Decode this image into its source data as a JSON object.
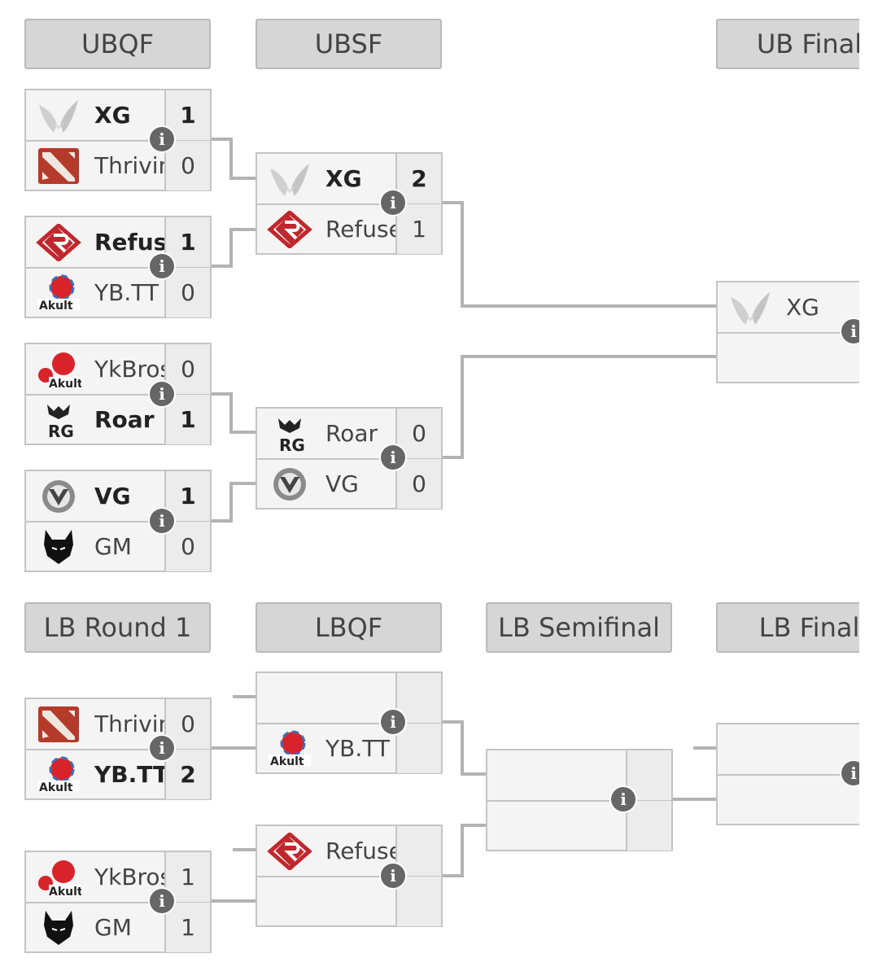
{
  "headers": {
    "ubqf": "UBQF",
    "ubsf": "UBSF",
    "ubfinal": "UB Final",
    "lbr1": "LB Round 1",
    "lbqf": "LBQF",
    "lbsf": "LB Semifinal",
    "lbfinal": "LB Final"
  },
  "info_glyph": "i",
  "matches": {
    "ubqf1": {
      "top": {
        "team": "XG",
        "score": "1"
      },
      "bot": {
        "team": "Thriving",
        "score": "0"
      }
    },
    "ubqf2": {
      "top": {
        "team": "Refuse",
        "score": "1"
      },
      "bot": {
        "team": "YB.TT",
        "score": "0"
      }
    },
    "ubqf3": {
      "top": {
        "team": "YkBros",
        "score": "0"
      },
      "bot": {
        "team": "Roar",
        "score": "1"
      }
    },
    "ubqf4": {
      "top": {
        "team": "VG",
        "score": "1"
      },
      "bot": {
        "team": "GM",
        "score": "0"
      }
    },
    "ubsf1": {
      "top": {
        "team": "XG",
        "score": "2"
      },
      "bot": {
        "team": "Refuse",
        "score": "1"
      }
    },
    "ubsf2": {
      "top": {
        "team": "Roar",
        "score": "0"
      },
      "bot": {
        "team": "VG",
        "score": "0"
      }
    },
    "ubfinal": {
      "top": {
        "team": "XG",
        "score": ""
      },
      "bot": {
        "team": "",
        "score": ""
      }
    },
    "lbr1_1": {
      "top": {
        "team": "Thriving",
        "score": "0"
      },
      "bot": {
        "team": "YB.TT",
        "score": "2"
      }
    },
    "lbr1_2": {
      "top": {
        "team": "YkBros",
        "score": "1"
      },
      "bot": {
        "team": "GM",
        "score": "1"
      }
    },
    "lbqf1": {
      "top": {
        "team": "",
        "score": ""
      },
      "bot": {
        "team": "YB.TT",
        "score": ""
      }
    },
    "lbqf2": {
      "top": {
        "team": "Refuse",
        "score": ""
      },
      "bot": {
        "team": "",
        "score": ""
      }
    },
    "lbsf": {
      "top": {
        "team": "",
        "score": ""
      },
      "bot": {
        "team": "",
        "score": ""
      }
    },
    "lbfinal": {
      "top": {
        "team": "",
        "score": ""
      },
      "bot": {
        "team": "",
        "score": ""
      }
    }
  },
  "logo_text": {
    "akult": "Akult",
    "rg": "RG"
  },
  "colors": {
    "header_bg": "#d6d6d6",
    "cell_bg": "#f4f4f4",
    "border": "#c4c4c4",
    "connector": "#b3b3b3",
    "info_bg": "#666666",
    "dota_red": "#b43a2a",
    "refuse_red": "#c0272d",
    "akult_red": "#d8232a"
  }
}
